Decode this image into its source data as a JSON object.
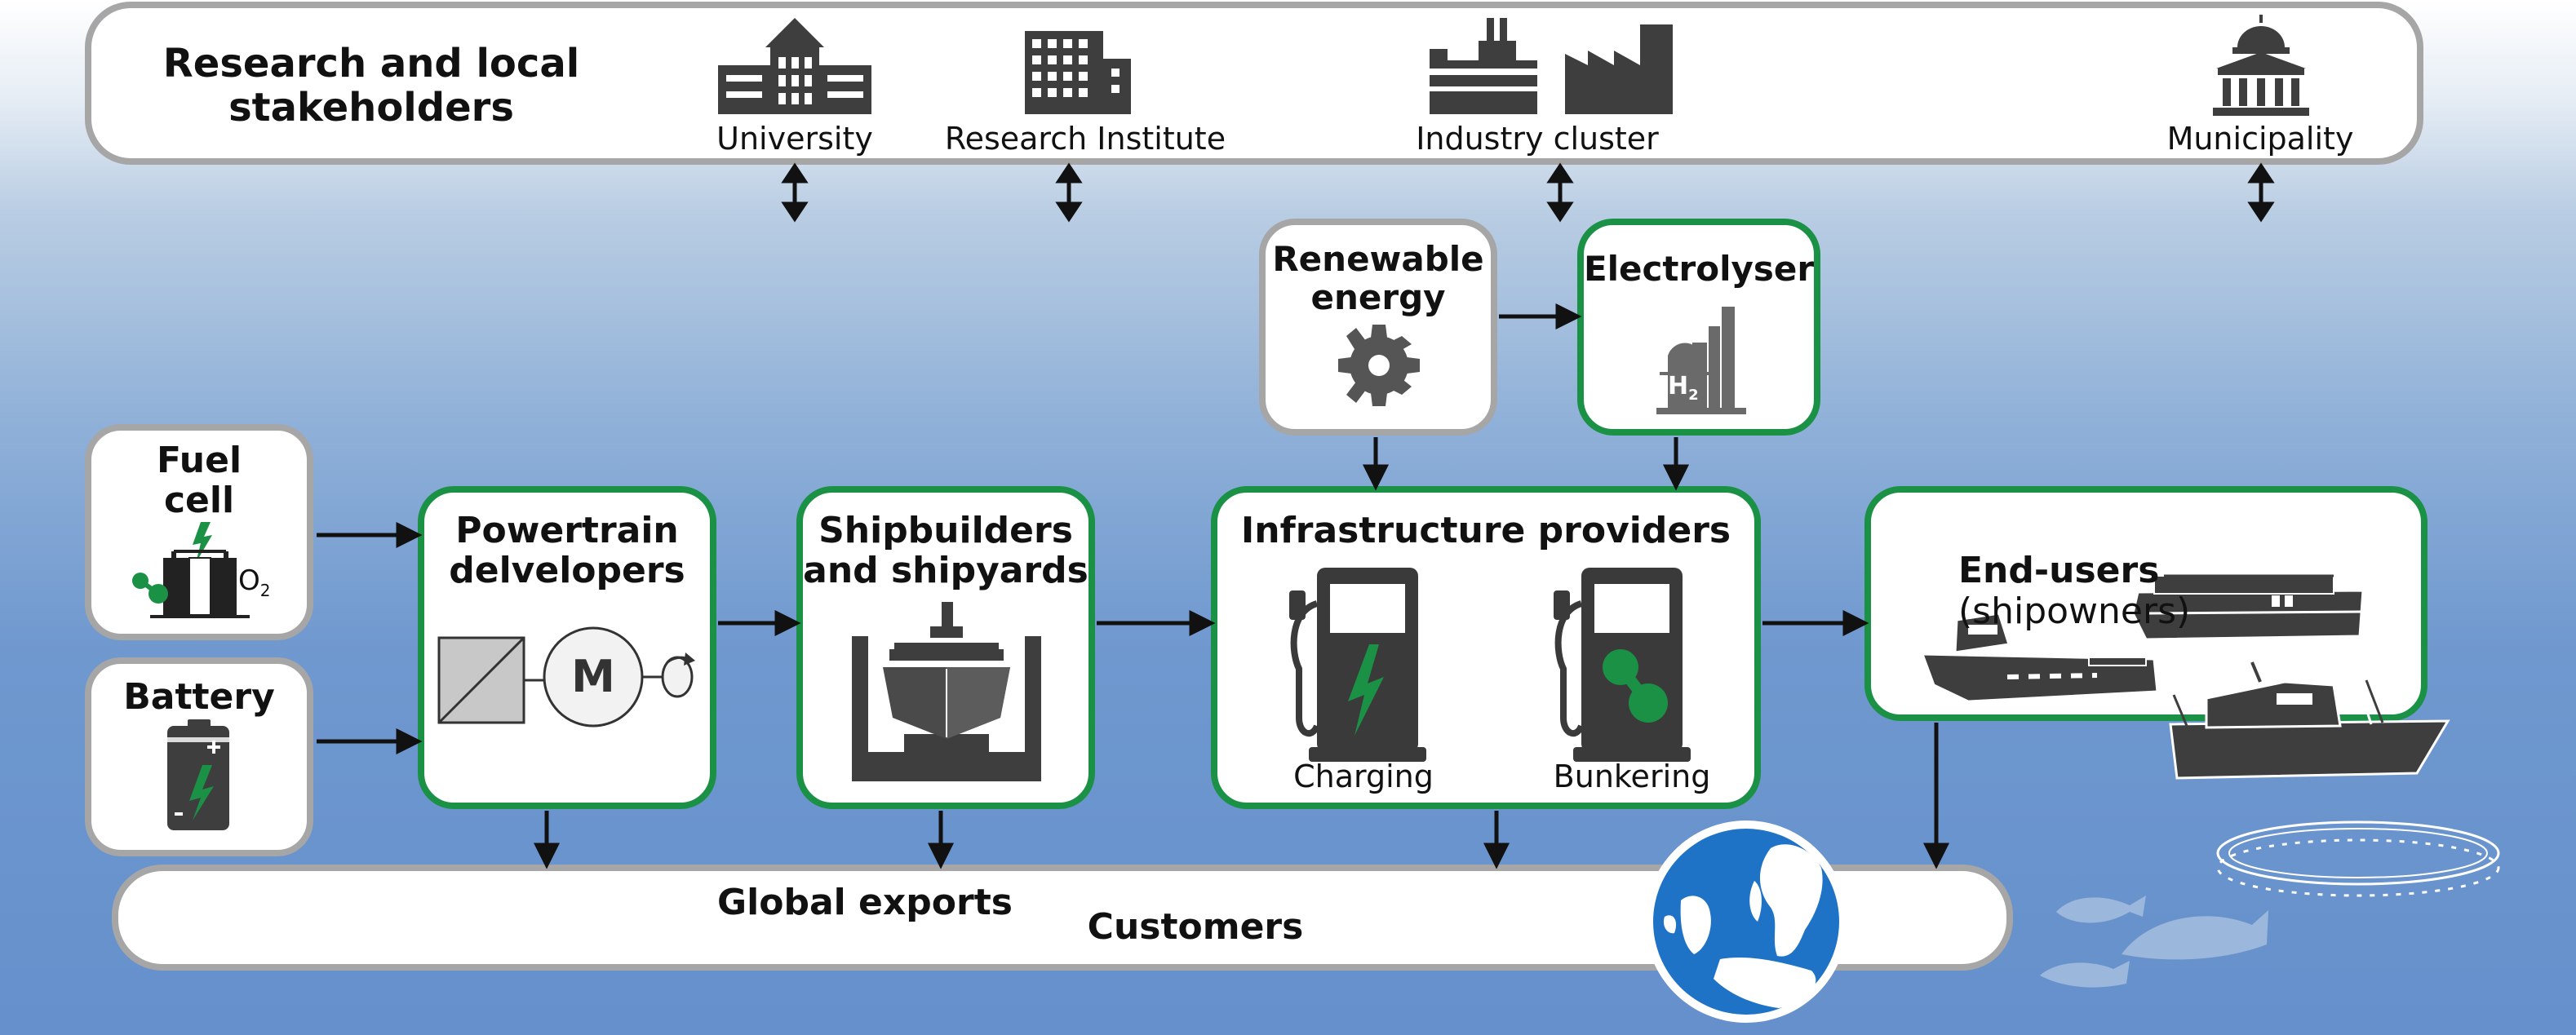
{
  "stakeholders": {
    "title": "Research and local\nstakeholders",
    "university": "University",
    "research_institute": "Research Institute",
    "industry_cluster": "Industry cluster",
    "municipality": "Municipality"
  },
  "fuel_cell": {
    "title": "Fuel\ncell",
    "o2": "O",
    "o2_sub": "2"
  },
  "battery": {
    "title": "Battery"
  },
  "powertrain": {
    "title": "Powertrain\ndelvelopers",
    "motor": "M"
  },
  "shipbuilders": {
    "title": "Shipbuilders\nand shipyards"
  },
  "renewable": {
    "title": "Renewable\nenergy"
  },
  "electrolyser": {
    "title": "Electrolyser",
    "h2": "H",
    "h2_sub": "2"
  },
  "infrastructure": {
    "title": "Infrastructure providers",
    "charging": "Charging",
    "bunkering": "Bunkering"
  },
  "end_users": {
    "title": "End-users",
    "subtitle": "(shipowners)"
  },
  "bottom": {
    "global_exports": "Global exports",
    "customers": "Customers"
  },
  "colors": {
    "green": "#1b9146",
    "grey_border": "#a6a6a6",
    "icon_dark": "#444444",
    "sea_blue": "#1f73c6"
  }
}
